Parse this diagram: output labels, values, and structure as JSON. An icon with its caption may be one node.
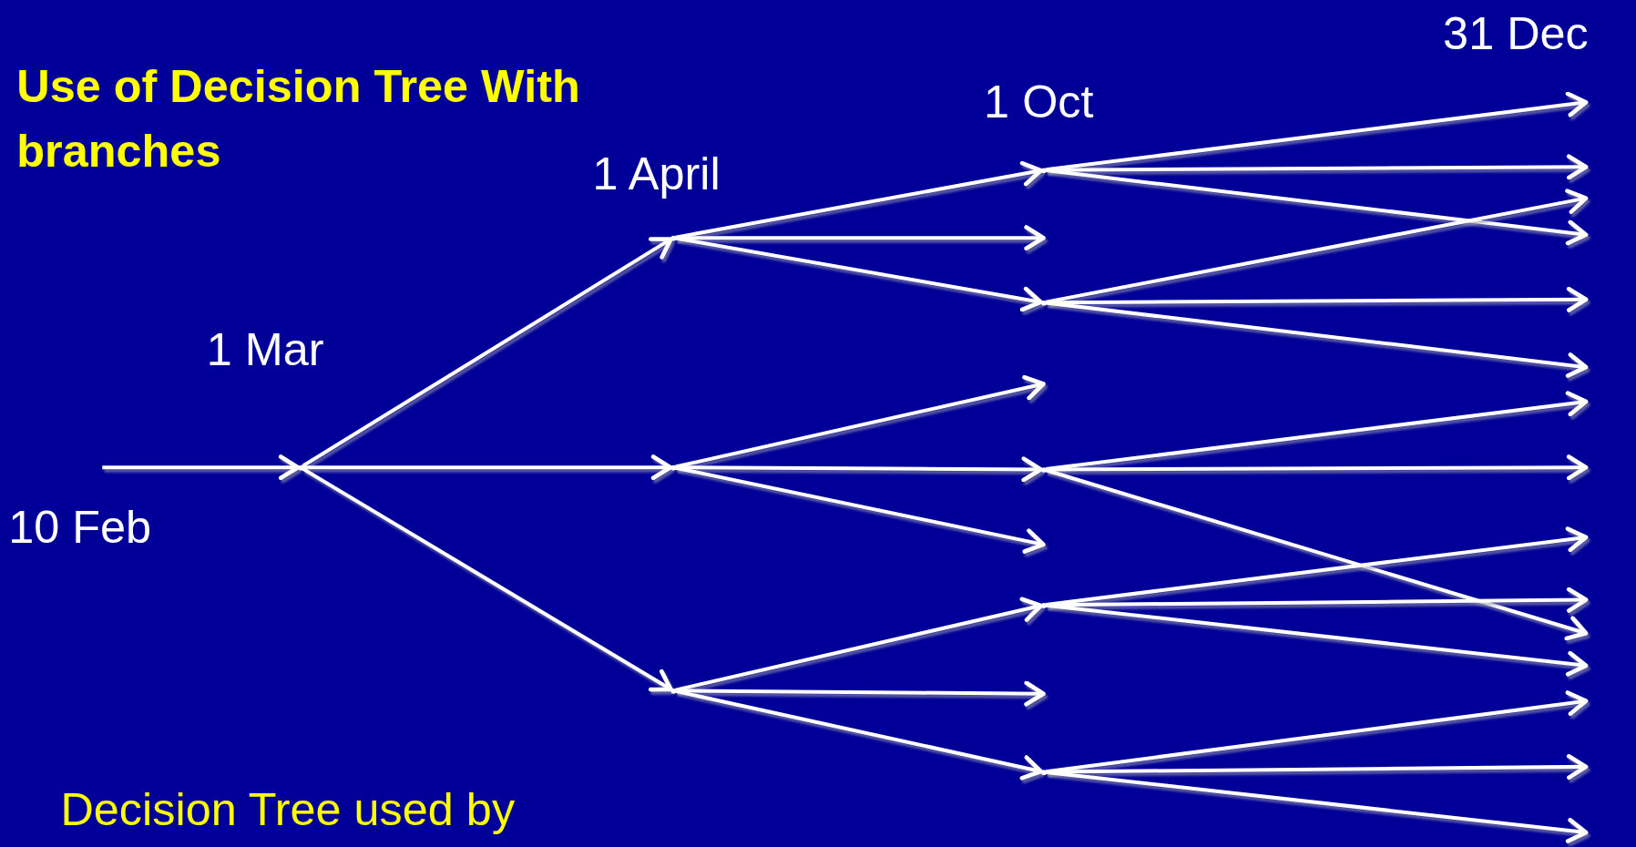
{
  "diagram": {
    "title": "Use of Decision Tree With branches",
    "nodes": [
      {
        "text": [],
        "shape": "point"
      },
      {
        "text": [],
        "shape": "point"
      },
      {
        "text": [],
        "shape": "point"
      },
      {
        "text": [],
        "shape": "point"
      },
      {
        "text": [],
        "shape": "point"
      },
      {
        "text": [],
        "shape": "point"
      },
      {
        "text": [],
        "shape": "point"
      },
      {
        "text": [],
        "shape": "point"
      },
      {
        "text": [],
        "shape": "point"
      }
    ],
    "edges": [
      {
        "from": null,
        "to": 0,
        "arrow": "to"
      },
      {
        "from": 0,
        "to": 1,
        "arrow": "to"
      },
      {
        "from": 0,
        "to": 2,
        "arrow": "to"
      },
      {
        "from": 0,
        "to": 3,
        "arrow": "to"
      },
      {
        "from": 1,
        "to": 4,
        "arrow": "to"
      },
      {
        "from": 1,
        "to": null,
        "arrow": "to"
      },
      {
        "from": 1,
        "to": 5,
        "arrow": "to"
      },
      {
        "from": 2,
        "to": null,
        "arrow": "to"
      },
      {
        "from": 2,
        "to": 6,
        "arrow": "to"
      },
      {
        "from": 2,
        "to": null,
        "arrow": "to"
      },
      {
        "from": 3,
        "to": 7,
        "arrow": "to"
      },
      {
        "from": 3,
        "to": null,
        "arrow": "to"
      },
      {
        "from": 3,
        "to": 8,
        "arrow": "to"
      },
      {
        "from": 4,
        "to": null,
        "arrow": "to"
      },
      {
        "from": 4,
        "to": null,
        "arrow": "to"
      },
      {
        "from": 4,
        "to": null,
        "arrow": "to"
      },
      {
        "from": 5,
        "to": null,
        "arrow": "to"
      },
      {
        "from": 5,
        "to": null,
        "arrow": "to"
      },
      {
        "from": 5,
        "to": null,
        "arrow": "to"
      },
      {
        "from": 6,
        "to": null,
        "arrow": "to"
      },
      {
        "from": 6,
        "to": null,
        "arrow": "to"
      },
      {
        "from": 6,
        "to": null,
        "arrow": "to"
      },
      {
        "from": 7,
        "to": null,
        "arrow": "to"
      },
      {
        "from": 7,
        "to": null,
        "arrow": "to"
      },
      {
        "from": 7,
        "to": null,
        "arrow": "to"
      },
      {
        "from": 8,
        "to": null,
        "arrow": "to"
      },
      {
        "from": 8,
        "to": null,
        "arrow": "to"
      },
      {
        "from": 8,
        "to": null,
        "arrow": "to"
      }
    ],
    "labels": [
      "31 Dec",
      "1 Oct",
      "1 April",
      "1 Mar",
      "10 Feb",
      "Decision Tree used by"
    ]
  }
}
